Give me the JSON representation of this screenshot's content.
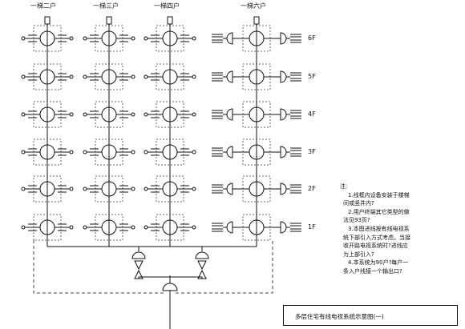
{
  "columns": [
    {
      "label": "一梯二户",
      "type": "single"
    },
    {
      "label": "一梯三户",
      "type": "single"
    },
    {
      "label": "一梯四户",
      "type": "single"
    },
    {
      "label": "一梯六户",
      "type": "double"
    }
  ],
  "floors": [
    "6F",
    "5F",
    "4F",
    "3F",
    "2F",
    "1F"
  ],
  "notes": {
    "heading": "注:",
    "lines": [
      "1.线框内设备安装于楼梯",
      "间或竖井内?",
      "2.用户终端其它类型的做",
      "法见93页?",
      "3.本图进线按有线电视系",
      "统下部引入方式考虑。当接",
      "收开路电视系统时?进线应",
      "为上部引入?",
      "4.本系统为90户?每户一",
      "条入户线接一个输出口?"
    ]
  },
  "title": "多层住宅有线电视系统示意图(一)"
}
